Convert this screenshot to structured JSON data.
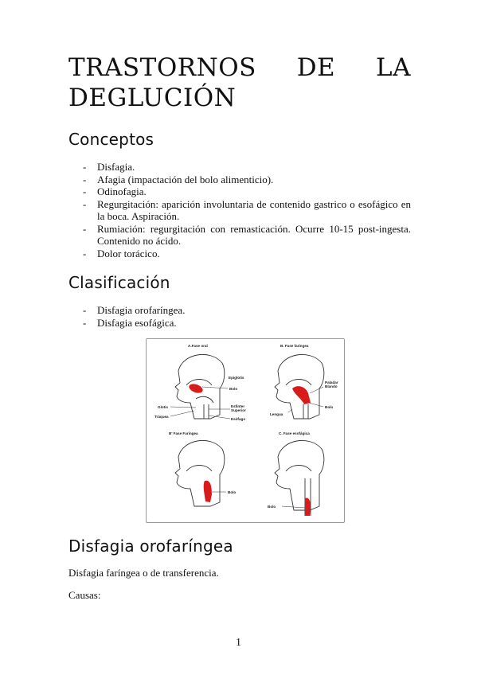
{
  "document": {
    "title_line1": [
      "TRASTORNOS",
      "DE",
      "LA"
    ],
    "title_line2": "DEGLUCIÓN",
    "sections": {
      "conceptos": {
        "heading": "Conceptos",
        "items": [
          "Disfagia.",
          "Afagia (impactación del bolo alimenticio).",
          "Odinofagia.",
          "Regurgitación: aparición involuntaria de contenido gastrico o esofágico en la boca. Aspiración.",
          "Rumiación: regurgitación con remasticación. Ocurre 10-15 post-ingesta. Contenido no ácido.",
          "Dolor torácico."
        ]
      },
      "clasificacion": {
        "heading": "Clasificación",
        "items": [
          "Disfagia orofaríngea.",
          "Disfagia esofágica."
        ]
      },
      "orofaringea": {
        "heading": "Disfagia orofaríngea",
        "paragraph": "Disfagia faríngea o de transferencia.",
        "causas": "Causas:"
      }
    },
    "figure": {
      "panel_a": "A.Fase oral",
      "panel_b": "B. Fase faringea",
      "panel_b2": "B' Fase Faringea",
      "panel_c": "C. Fase esofágica",
      "labels_a": [
        "Epiglotis",
        "Bolo",
        "Glotis",
        "Tráquea",
        "Esfinter",
        "Superior",
        "Esófago"
      ],
      "labels_b": [
        "Paladar",
        "Blando",
        "Bolo",
        "Lengua"
      ],
      "label_b2": "Bolo",
      "label_c": "Bolo",
      "bolus_color": "#d81c1c"
    },
    "page_number": "1"
  }
}
